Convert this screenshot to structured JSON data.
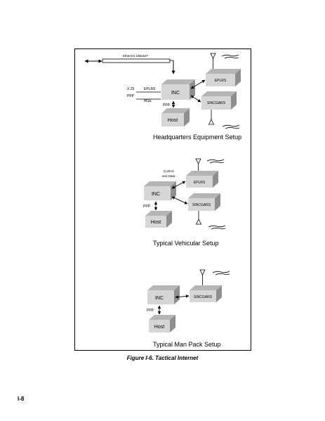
{
  "figure": {
    "caption": "Figure I-6.  Tactical Internet",
    "page_number": "I-8"
  },
  "hq": {
    "ethernet_label": "Ethernet 10BaseT",
    "inc": "INC",
    "host": "Host",
    "eplrs": "EPLRS",
    "sincgars": "SINCGARS",
    "x25": "X.25",
    "ppp_left": "PPP",
    "eplrs_link": "EPLRS",
    "mse": "MSE",
    "ppp_host": "PPP",
    "title": "Headquarters Equipment Setup"
  },
  "vehicular": {
    "control_line1": "Control",
    "control_line2": "and Data",
    "inc": "INC",
    "host": "Host",
    "eplrs": "EPLRS",
    "sincgars": "SINCGARS",
    "ppp": "PPP",
    "title": "Typical Vehicular Setup"
  },
  "manpack": {
    "inc": "INC",
    "host": "Host",
    "sincgars": "SINCGARS",
    "ppp": "PPP",
    "title": "Typical Man Pack Setup"
  }
}
